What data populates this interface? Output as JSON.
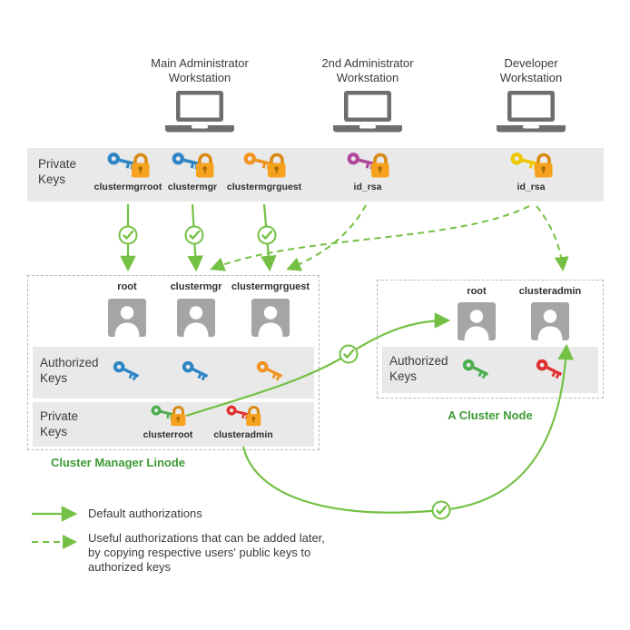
{
  "colors": {
    "accent_green": "#74c044",
    "label_green": "#3d9b35",
    "band_gray": "#e9e9e9",
    "icon_gray": "#6e6e6e",
    "user_gray": "#a5a5a5",
    "text_dark": "#3c3c3c",
    "key_blue": "#2d85c5",
    "key_orange": "#f0931f",
    "key_purple": "#b0499c",
    "key_yellow": "#eec900",
    "key_green": "#4cae4f",
    "key_red": "#e03131",
    "lock_body": "#f6a21e",
    "lock_shackle": "#d88a12",
    "lock_hole": "#a86d08"
  },
  "workstations": [
    {
      "line1": "Main Administrator",
      "line2": "Workstation"
    },
    {
      "line1": "2nd Administrator",
      "line2": "Workstation"
    },
    {
      "line1": "Developer",
      "line2": "Workstation"
    }
  ],
  "private_keys_band": {
    "line1": "Private",
    "line2": "Keys",
    "keys": [
      {
        "label": "clustermgrroot"
      },
      {
        "label": "clustermgr"
      },
      {
        "label": "clustermgrguest"
      },
      {
        "label": "id_rsa"
      },
      {
        "label": "id_rsa"
      }
    ]
  },
  "cluster_manager": {
    "title": "Cluster Manager Linode",
    "users": [
      "root",
      "clustermgr",
      "clustermgrguest"
    ],
    "authorized_keys_label": {
      "line1": "Authorized",
      "line2": "Keys"
    },
    "private_keys_label": {
      "line1": "Private",
      "line2": "Keys"
    },
    "private_keys": [
      {
        "label": "clusterroot"
      },
      {
        "label": "clusteradmin"
      }
    ]
  },
  "cluster_node": {
    "title": "A Cluster Node",
    "users": [
      "root",
      "clusteradmin"
    ],
    "authorized_keys_label": {
      "line1": "Authorized",
      "line2": "Keys"
    }
  },
  "legend": {
    "default": "Default authorizations",
    "later_line1": "Useful authorizations that can be added later,",
    "later_line2": "by copying respective users' public keys to",
    "later_line3": "authorized keys"
  },
  "connections": {
    "default": [
      "clustermgrroot -> root@cluster-manager",
      "clustermgr -> clustermgr@cluster-manager",
      "clustermgrguest -> clustermgrguest@cluster-manager",
      "clusterroot -> root@cluster-node",
      "clusteradmin -> clusteradmin@cluster-node"
    ],
    "optional": [
      "id_rsa(2nd admin) -> cluster-manager user",
      "id_rsa(developer) -> cluster-manager user",
      "id_rsa(developer) -> clusteradmin@cluster-node"
    ]
  }
}
